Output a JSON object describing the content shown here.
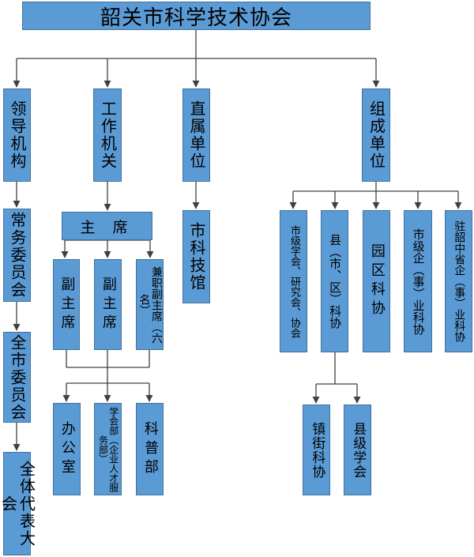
{
  "title": "韶关市科学技术协会",
  "level1": {
    "leadership": "领导机构",
    "work_org": "工作机关",
    "direct_unit": "直属单位",
    "member_unit": "组成单位"
  },
  "leadership_chain": [
    "常务委员会",
    "全市委员会",
    "全体代表大会"
  ],
  "chairman": "主 席",
  "vice_chairs": [
    "副主席",
    "副主席",
    "兼职副主席（六名）"
  ],
  "departments": [
    "办公室",
    "学会部（企业人才服务部）",
    "科普部"
  ],
  "direct_units": [
    "市科技馆"
  ],
  "member_units": [
    "市级学会、研究会、协会",
    "县（市、区）科协",
    "园区科协",
    "市级企（事）业科协",
    "驻韶中省企（事）业科协"
  ],
  "county_sub": [
    "镇街科协",
    "县级学会"
  ],
  "colors": {
    "box_fill": "#5b9bd5",
    "box_border": "#41719c",
    "line": "#404040"
  }
}
